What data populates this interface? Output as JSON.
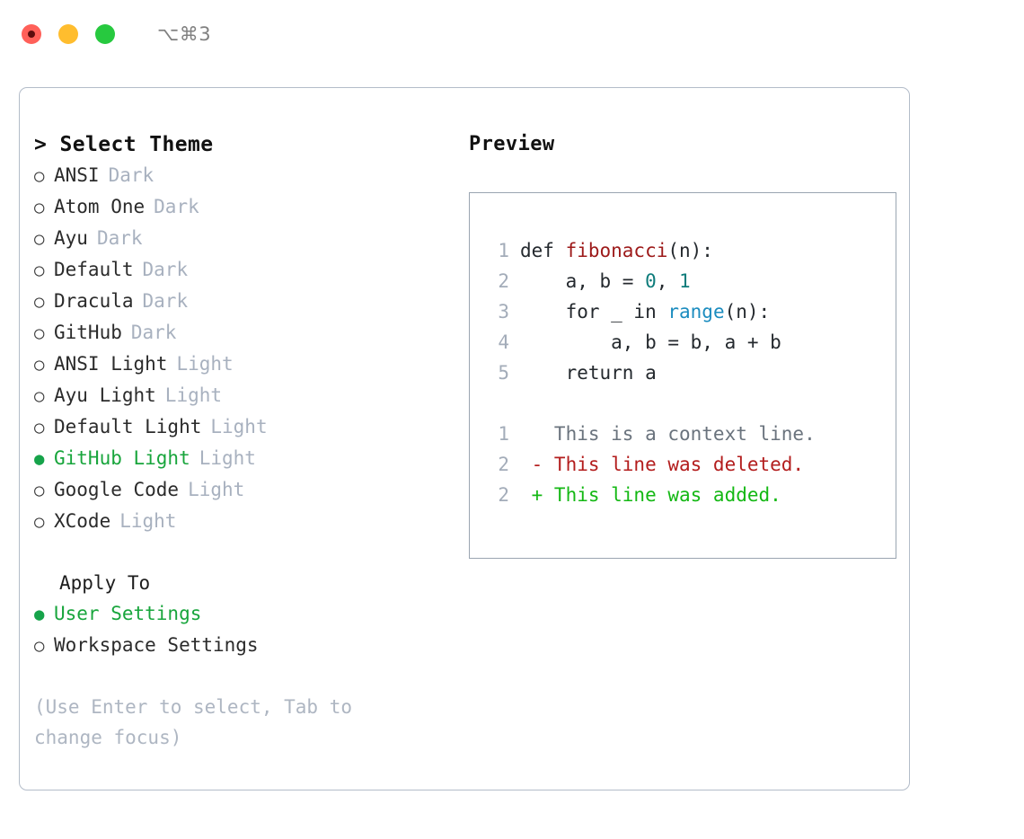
{
  "titlebar": {
    "lights": [
      {
        "name": "close",
        "color": "#ff6059"
      },
      {
        "name": "minimize",
        "color": "#ffbd2e"
      },
      {
        "name": "maximize",
        "color": "#27c93f"
      }
    ],
    "shortcut": "⌥⌘3"
  },
  "theme_picker": {
    "heading": "> Select Theme",
    "marker_unselected": "○",
    "marker_selected": "●",
    "items": [
      {
        "marker": "○",
        "label": "ANSI",
        "variant": "Dark",
        "selected": false
      },
      {
        "marker": "○",
        "label": "Atom One",
        "variant": "Dark",
        "selected": false
      },
      {
        "marker": "○",
        "label": "Ayu",
        "variant": "Dark",
        "selected": false
      },
      {
        "marker": "○",
        "label": "Default",
        "variant": "Dark",
        "selected": false
      },
      {
        "marker": "○",
        "label": "Dracula",
        "variant": "Dark",
        "selected": false
      },
      {
        "marker": "○",
        "label": "GitHub",
        "variant": "Dark",
        "selected": false
      },
      {
        "marker": "○",
        "label": "ANSI Light",
        "variant": "Light",
        "selected": false
      },
      {
        "marker": "○",
        "label": "Ayu Light",
        "variant": "Light",
        "selected": false
      },
      {
        "marker": "○",
        "label": "Default Light",
        "variant": "Light",
        "selected": false
      },
      {
        "marker": "●",
        "label": "GitHub Light",
        "variant": "Light",
        "selected": true
      },
      {
        "marker": "○",
        "label": "Google Code",
        "variant": "Light",
        "selected": false
      },
      {
        "marker": "○",
        "label": "XCode",
        "variant": "Light",
        "selected": false
      }
    ]
  },
  "apply_to": {
    "title": "Apply To",
    "items": [
      {
        "marker": "●",
        "label": "User Settings",
        "selected": true
      },
      {
        "marker": "○",
        "label": "Workspace Settings",
        "selected": false
      }
    ]
  },
  "hint": "(Use Enter to select, Tab to change focus)",
  "preview": {
    "heading": "Preview",
    "code_lines": [
      {
        "num": "1",
        "segments": [
          {
            "text": "def ",
            "token": "plain"
          },
          {
            "text": "fibonacci",
            "token": "func"
          },
          {
            "text": "(n):",
            "token": "plain"
          }
        ]
      },
      {
        "num": "2",
        "segments": [
          {
            "text": "    a, b = ",
            "token": "plain"
          },
          {
            "text": "0",
            "token": "num"
          },
          {
            "text": ", ",
            "token": "plain"
          },
          {
            "text": "1",
            "token": "num"
          }
        ]
      },
      {
        "num": "3",
        "segments": [
          {
            "text": "    for _ in ",
            "token": "plain"
          },
          {
            "text": "range",
            "token": "builtin"
          },
          {
            "text": "(n):",
            "token": "plain"
          }
        ]
      },
      {
        "num": "4",
        "segments": [
          {
            "text": "        a, b = b, a + b",
            "token": "plain"
          }
        ]
      },
      {
        "num": "5",
        "segments": [
          {
            "text": "    return a",
            "token": "plain"
          }
        ]
      }
    ],
    "diff_lines": [
      {
        "num": "1",
        "segments": [
          {
            "text": "   This is a context line.",
            "token": "ctx"
          }
        ]
      },
      {
        "num": "2",
        "segments": [
          {
            "text": " - This line was deleted.",
            "token": "del"
          }
        ]
      },
      {
        "num": "2",
        "segments": [
          {
            "text": " + This line was added.",
            "token": "add"
          }
        ]
      }
    ]
  },
  "colors": {
    "accent_green": "#18a53c",
    "muted": "#a8b1bf",
    "func_red": "#9d1a1a",
    "number_teal": "#0e7c7b",
    "builtin_blue": "#1b8cbf",
    "diff_delete": "#b31d1d",
    "diff_add": "#14b814",
    "panel_border": "#b3bcc9"
  }
}
